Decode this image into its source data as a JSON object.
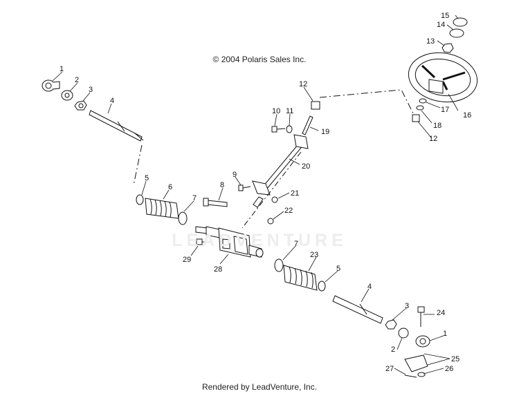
{
  "copyright": "© 2004 Polaris Sales Inc.",
  "footer": "Rendered by LeadVenture, Inc.",
  "watermark": "LEADVENTURE",
  "callouts": [
    "1",
    "2",
    "3",
    "4",
    "5",
    "6",
    "7",
    "8",
    "9",
    "10",
    "11",
    "12",
    "13",
    "14",
    "15",
    "16",
    "17",
    "18",
    "12",
    "19",
    "20",
    "21",
    "22",
    "7",
    "23",
    "5",
    "4",
    "3",
    "24",
    "2",
    "1",
    "25",
    "26",
    "27",
    "28",
    "29"
  ]
}
